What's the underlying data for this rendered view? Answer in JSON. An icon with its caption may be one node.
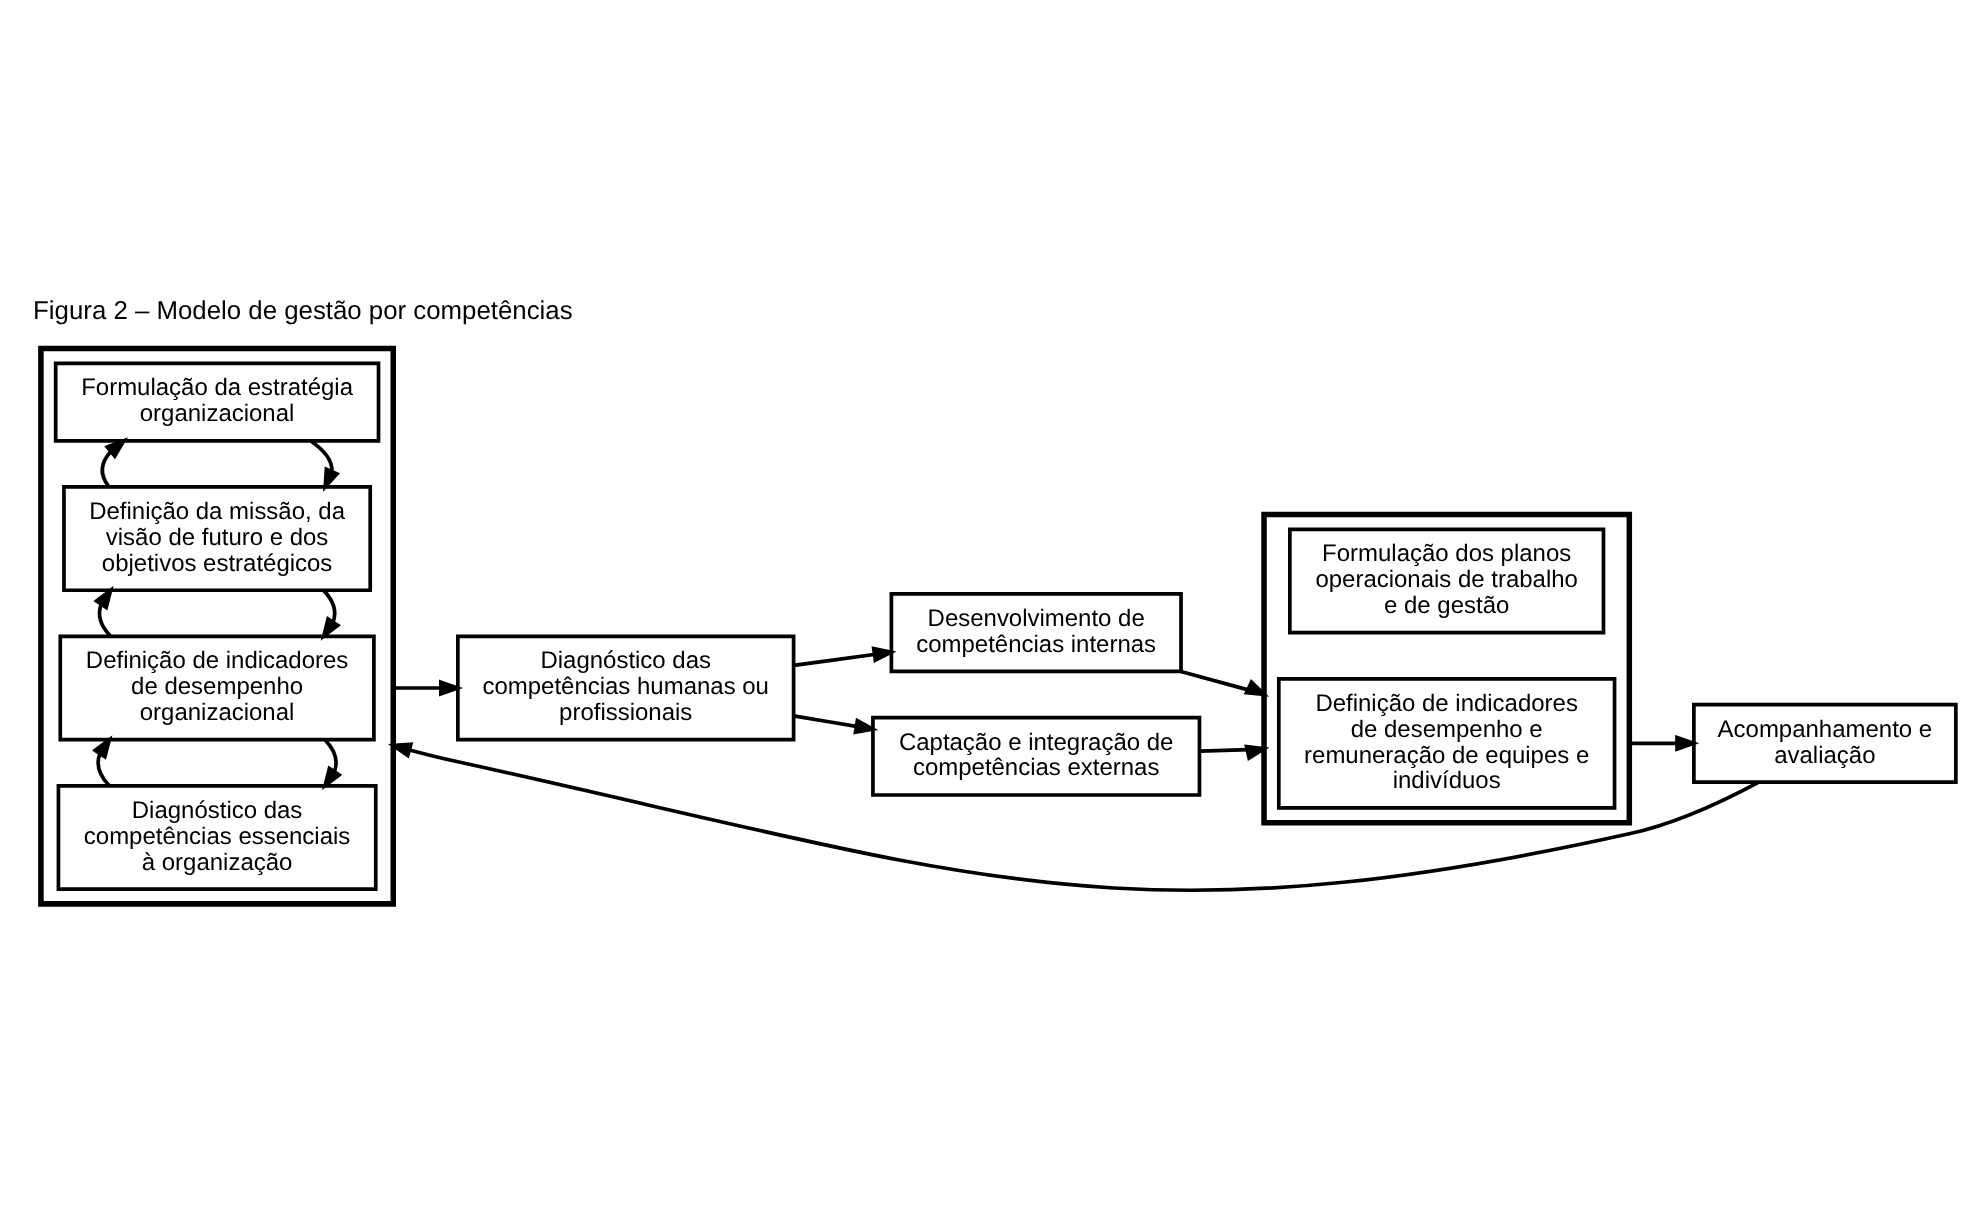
{
  "diagram": {
    "title": "Figura 2 – Modelo de gestão por competências",
    "nodes": [
      {
        "text": [],
        "shape": "box"
      },
      {
        "text": [
          "Formulação da estratégia organizacional"
        ],
        "in": 0
      },
      {
        "text": [
          "Definição da missão, da visão de futuro e dos objetivos estratégicos"
        ],
        "in": 0
      },
      {
        "text": [
          "Definição de indicadores de desempenho organizacional"
        ],
        "in": 0
      },
      {
        "text": [
          "Diagnóstico das competências essenciais à organização"
        ],
        "in": 0
      },
      {
        "text": [
          "Diagnóstico das competências humanas ou profissionais"
        ]
      },
      {
        "text": [
          "Desenvolvimento de competências internas"
        ]
      },
      {
        "text": [
          "Captação e integração de competências externas"
        ]
      },
      {
        "text": [],
        "shape": "box"
      },
      {
        "text": [
          "Formulação dos planos operacionais de trabalho e de gestão"
        ],
        "in": 8
      },
      {
        "text": [
          "Definição de indicadores de desempenho e remuneração de equipes e indivíduos"
        ],
        "in": 8
      },
      {
        "text": [
          "Acompanhamento e avaliação"
        ]
      }
    ],
    "edges": [
      {
        "from": 1,
        "to": 2,
        "arrow": "to"
      },
      {
        "from": 2,
        "to": 1,
        "arrow": "to"
      },
      {
        "from": 2,
        "to": 3,
        "arrow": "to"
      },
      {
        "from": 3,
        "to": 2,
        "arrow": "to"
      },
      {
        "from": 3,
        "to": 4,
        "arrow": "to"
      },
      {
        "from": 4,
        "to": 3,
        "arrow": "to"
      },
      {
        "from": 0,
        "to": 5,
        "arrow": "to"
      },
      {
        "from": 5,
        "to": 6,
        "arrow": "to"
      },
      {
        "from": 5,
        "to": 7,
        "arrow": "to"
      },
      {
        "from": 6,
        "to": 8,
        "arrow": "to"
      },
      {
        "from": 7,
        "to": 8,
        "arrow": "to"
      },
      {
        "from": 8,
        "to": 11,
        "arrow": "to"
      },
      {
        "from": 11,
        "to": 0,
        "arrow": "to"
      }
    ]
  }
}
